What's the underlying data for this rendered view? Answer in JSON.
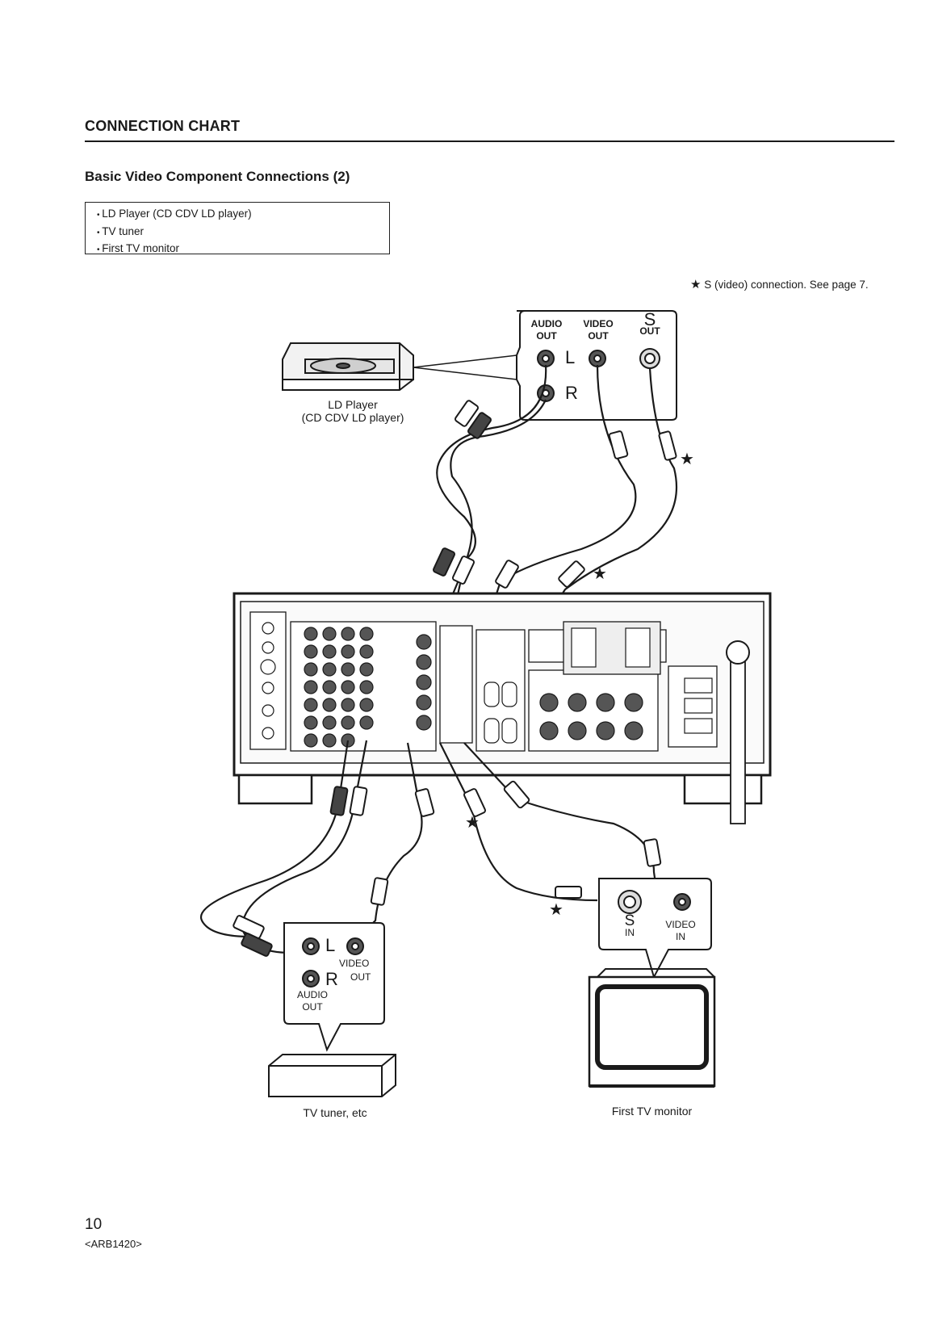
{
  "header": {
    "section_title": "CONNECTION CHART",
    "subtitle": "Basic Video Component Connections (2)"
  },
  "component_list": [
    "LD Player (CD CDV LD player)",
    "TV tuner",
    "First TV monitor"
  ],
  "note": {
    "star": "★",
    "text": "S (video) connection. See page 7."
  },
  "ld_player": {
    "label_line1": "LD Player",
    "label_line2": "(CD CDV LD player)",
    "panel": {
      "audio_out_top": "AUDIO",
      "audio_out_bottom": "OUT",
      "video_out_top": "VIDEO",
      "video_out_bottom": "OUT",
      "s_out_top": "S",
      "s_out_bottom": "OUT",
      "left": "L",
      "right": "R"
    }
  },
  "tv_tuner": {
    "label": "TV tuner, etc",
    "panel": {
      "left": "L",
      "right": "R",
      "video_top": "VIDEO",
      "video_bottom": "OUT",
      "audio_top": "AUDIO",
      "audio_bottom": "OUT"
    }
  },
  "tv_monitor": {
    "label": "First TV monitor",
    "panel": {
      "s_top": "S",
      "s_bottom": "IN",
      "video_top": "VIDEO",
      "video_bottom": "IN"
    }
  },
  "stars": [
    "★",
    "★",
    "★",
    "★"
  ],
  "footer": {
    "page_number": "10",
    "doc_code": "<ARB1420>"
  },
  "colors": {
    "ink": "#1a1a1a",
    "paper": "#ffffff"
  }
}
